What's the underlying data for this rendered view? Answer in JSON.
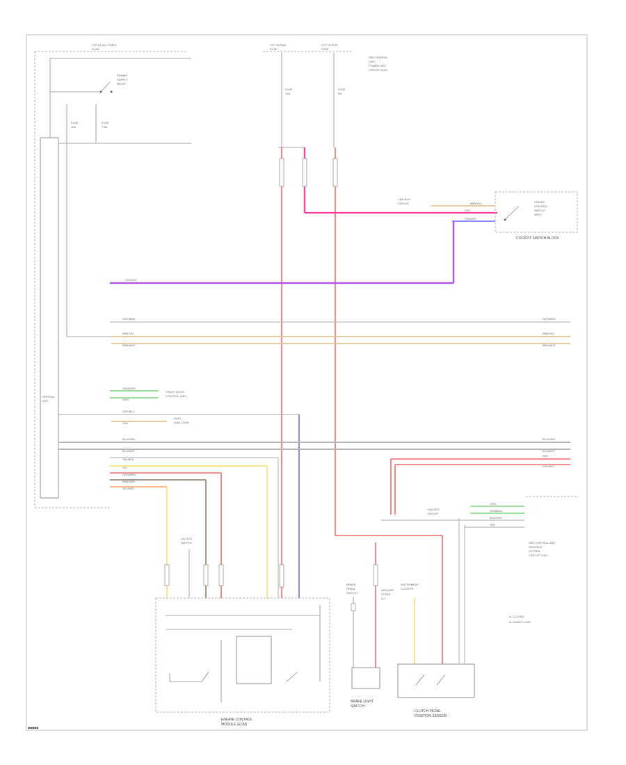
{
  "page_code": "■■■■■",
  "labels": {
    "fuse_header_left": [
      "HOT AT ALL TIMES",
      "FUSE"
    ],
    "fuse_header_mid": [
      "HOT IN RUN",
      "FUSE"
    ],
    "fuse_header_right": [
      "HOT IN RUN",
      "FUSE"
    ],
    "top_right_note": [
      "SEE CENTRAL",
      "UNIT",
      "POWER DIST.",
      "CIRCUIT DIAG."
    ],
    "fuse_a": [
      "FUSE",
      "10A"
    ],
    "fuse_b": [
      "FUSE",
      "7.5A"
    ],
    "fuse_c": [
      "FUSE",
      "10A"
    ],
    "fuse_d": [
      "FUSE",
      "5A"
    ],
    "power_relay": [
      "POWER",
      "SUPPLY",
      "RELAY"
    ],
    "cockpit_switch_block": "COCKPIT SWITCH BLOCK",
    "cockpit_switch_inner": [
      "CRUISE",
      "CONTROL",
      "SWITCH",
      "ASSY"
    ],
    "left_module": [
      "CENTRAL",
      "UNIT"
    ],
    "connector_note_1": [
      "FRONT DOOR",
      "CONTROL UNIT"
    ],
    "connector_note_2": [
      "DATA",
      "LINK CONN."
    ],
    "stop_lamp_label": [
      "BRAKE",
      "PEDAL",
      "SWITCH"
    ],
    "ground_label": [
      "GROUND",
      "STRAP",
      "G-1"
    ],
    "instrument_label": [
      "INSTRUMENT",
      "CLUSTER"
    ],
    "clutch_label": [
      "CLUTCH",
      "SWITCH"
    ],
    "bottom_left_component": [
      "ENGINE CONTROL",
      "MODULE (ECM)"
    ],
    "bottom_mid_component": [
      "BRAKE LIGHT",
      "SWITCH"
    ],
    "bottom_right_component": [
      "CLUTCH PEDAL",
      "POSITION SENSOR"
    ],
    "right_block": [
      "SEE CONTROL UNIT",
      "DATA BUS",
      "SYSTEM",
      "CIRCUIT DIAG."
    ],
    "right_legend": [
      "A: CLOSED",
      "B: UNDER LOAD"
    ],
    "near_switch_label": [
      "CAN BUS",
      "CIRCUIT"
    ]
  },
  "wire_colors": {
    "red": "#f06a6a",
    "pink": "#ff3ea0",
    "purple": "#b055e8",
    "blue": "#6d6df0",
    "yellow": "#f5e27a",
    "tan": "#e0c592",
    "green": "#8fd88f",
    "orange": "#f3b07a",
    "gray": "#b5b5b5",
    "brown": "#9a8a78"
  },
  "wire_labels": {
    "purple_main": "VIO/WHT",
    "gray_top": "GRY/BRN",
    "tan_a": "BRN/YEL",
    "tan_b": "BRN/WHT",
    "green_a": "GRN/WHT",
    "green_b": "GRN",
    "gray_c": "GRY/BLU",
    "gray_d": "GRY",
    "bus_a": "BLU/GRN",
    "bus_b": "BLU/WHT",
    "bus_c": "YEL/BLK",
    "yellow_wire": "YEL",
    "orange_wire": "ORG/BRN",
    "brown_wire": "BRN/GRN",
    "tan_wire": "YEL/RED",
    "pink_pair_a": "RED",
    "pink_pair_b": "RED/BLK",
    "purple_short": "VIO/WHT",
    "right_a": "GRN",
    "right_b": "GRN/BLU",
    "right_c": "BLU/GRN",
    "right_d": "GRY"
  }
}
